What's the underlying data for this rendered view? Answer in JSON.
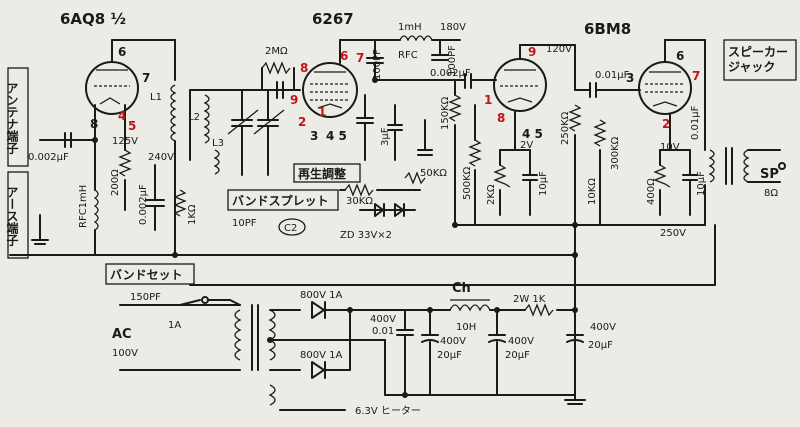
{
  "tubes": {
    "t1": "6AQ8 ½",
    "t2": "6267",
    "t3": "6BM8"
  },
  "boxes": {
    "antenna": "アンテナ端子",
    "earth": "アース端子",
    "speaker_jack": "スピーカー\nジャック",
    "regen": "再生調整",
    "band_spread": "バンドスプレット",
    "band_set": "バンドセット"
  },
  "labels": {
    "rfc1mh": "RFC1mH",
    "r200": "200Ω",
    "c002a": "0.002μF",
    "v125": "125V",
    "l1": "L1",
    "l2": "L2",
    "l3": "L3",
    "v240": "240V",
    "c002b": "0.002μF",
    "r1k": "1KΩ",
    "r2m": "2MΩ",
    "c100pf": "100PF",
    "mh1": "1mH",
    "rfc": "RFC",
    "c100pf2": "100PF",
    "v180": "180V",
    "c002c": "0.002μF",
    "r150k": "150KΩ",
    "r500k": "500KΩ",
    "r50k": "50KΩ",
    "r30k": "30KΩ",
    "c3uf": "3μF",
    "zd": "ZD 33V×2",
    "c10pf": "10PF",
    "c2": "C2",
    "v120": "120V",
    "c001": "0.01μF",
    "r250k": "250KΩ",
    "r300k": "300KΩ",
    "r10k": "10KΩ",
    "r2k": "2KΩ",
    "c10uf": "10μF",
    "v2": "2V",
    "v10": "10V",
    "r400": "400Ω",
    "c10uf2": "10μF",
    "c001b": "0.01μF",
    "v250": "250V",
    "sp": "SP",
    "ohm8": "8Ω",
    "c150pf": "150PF",
    "fuse": "1A",
    "ac": "AC",
    "ac100": "100V",
    "d1": "800V 1A",
    "d2": "800V 1A",
    "c400v": "400V",
    "c001p": "0.01",
    "ch": "Ch",
    "h10": "10H",
    "c20a_v": "400V",
    "c20a": "20μF",
    "c20b_v": "400V",
    "c20b": "20μF",
    "r2w1k": "2W 1K",
    "c20c_v": "400V",
    "c20c": "20μF",
    "heater": "6.3V ヒーター",
    "p6a": "6",
    "p7a": "7",
    "p8a": "8",
    "p4a": "4",
    "p5a": "5",
    "p8b": "8",
    "p9b": "9",
    "p6b": "6",
    "p7b": "7",
    "p2b": "2",
    "p1b": "1",
    "p3b": "3",
    "p45b": "4 5",
    "p9c": "9",
    "p1c": "1",
    "p8c": "8",
    "p45c": "4 5",
    "p6c": "6",
    "p7c": "7",
    "p3c": "3",
    "p2c": "2"
  }
}
